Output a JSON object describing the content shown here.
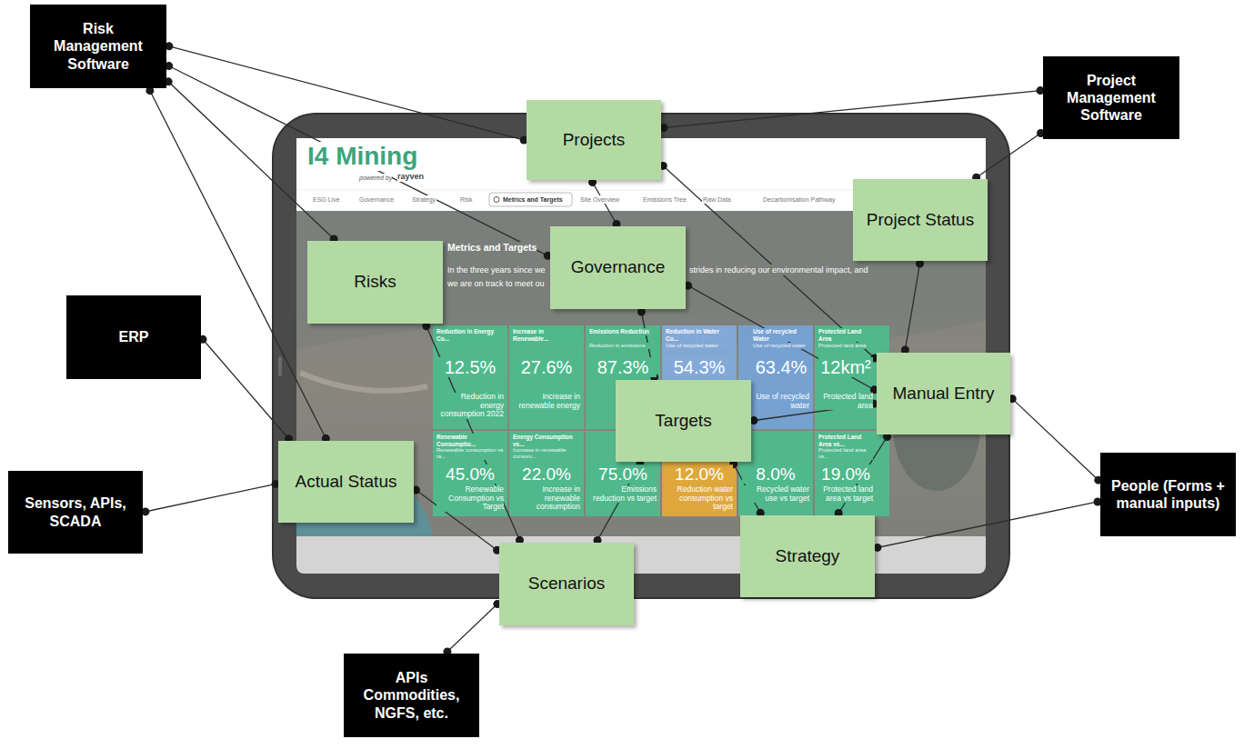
{
  "diagram": {
    "nodes": [
      {
        "text": [
          "Risk Management Software"
        ]
      },
      {
        "text": [
          "Project Management Software"
        ]
      },
      {
        "text": [
          "Projects"
        ]
      },
      {
        "text": [
          "Project Status"
        ]
      },
      {
        "text": [
          "Risks"
        ]
      },
      {
        "text": [
          "Governance"
        ]
      },
      {
        "text": [
          "ERP"
        ]
      },
      {
        "text": [
          "Manual Entry"
        ]
      },
      {
        "text": [
          "Targets"
        ]
      },
      {
        "text": [
          "Actual Status"
        ]
      },
      {
        "text": [
          "People (Forms + manual inputs)"
        ]
      },
      {
        "text": [
          "Sensors, APIs, SCADA"
        ]
      },
      {
        "text": [
          "Strategy"
        ]
      },
      {
        "text": [
          "Scenarios"
        ]
      },
      {
        "text": [
          "APIs Commodities, NGFS, etc."
        ]
      }
    ],
    "edges": [
      {
        "from": 0,
        "to": 2,
        "arrow": "none"
      },
      {
        "from": 0,
        "to": 5,
        "arrow": "none"
      },
      {
        "from": 0,
        "to": 4,
        "arrow": "none"
      },
      {
        "from": 0,
        "to": 9,
        "arrow": "none"
      },
      {
        "from": 1,
        "to": 2,
        "arrow": "none"
      },
      {
        "from": 1,
        "to": 3,
        "arrow": "none"
      },
      {
        "from": 2,
        "to": 5,
        "arrow": "none"
      },
      {
        "from": 2,
        "to": 7,
        "arrow": "none"
      },
      {
        "from": 3,
        "to": 7,
        "arrow": "none"
      },
      {
        "from": 5,
        "to": 8,
        "arrow": "none"
      },
      {
        "from": 5,
        "to": 7,
        "arrow": "none"
      },
      {
        "from": 7,
        "to": 8,
        "arrow": "none"
      },
      {
        "from": 7,
        "to": 12,
        "arrow": "none"
      },
      {
        "from": 4,
        "to": 13,
        "arrow": "none"
      },
      {
        "from": 9,
        "to": 13,
        "arrow": "none"
      },
      {
        "from": 8,
        "to": 13,
        "arrow": "none"
      },
      {
        "from": 8,
        "to": 12,
        "arrow": "none"
      },
      {
        "from": 6,
        "to": 9,
        "arrow": "none"
      },
      {
        "from": 11,
        "to": 9,
        "arrow": "none"
      },
      {
        "from": 10,
        "to": 7,
        "arrow": "none"
      },
      {
        "from": 10,
        "to": 12,
        "arrow": "none"
      },
      {
        "from": 14,
        "to": 13,
        "arrow": "none"
      }
    ],
    "labels": [
      "I4 Mining",
      "powered by",
      "rayven",
      "ESG Live",
      "Governance",
      "Strategy",
      "Risk",
      "Metrics and Targets",
      "Site Overview",
      "Emissions Tree",
      "Raw Data",
      "Decarbonisation Pathway",
      "Metrics and Targets",
      "In the three years since we",
      "strides in reducing our environmental impact, and",
      "we are on track to meet ou",
      "Reduction in Energy Co...",
      "12.5%",
      "Reduction in energy consumption 2022",
      "Increase in Renewable...",
      "27.6%",
      "Increase in renewable energy",
      "Emissions Reduction",
      "Reduction in emissions",
      "87.3%",
      "Reduction in Water Co...",
      "Use of recycled water",
      "54.3%",
      "Use of recycled Water",
      "Use of recycled water",
      "63.4%",
      "Use of recycled water",
      "Protected Land Area",
      "Protected land area",
      "12km²",
      "Protected land area",
      "Renewable Consumptio...",
      "Renewable consumption vs ta...",
      "45.0%",
      "Renewable Consumption vs Target",
      "Energy Consumption vs...",
      "Increase in renewable consum...",
      "22.0%",
      "Increase in renewable consumption",
      "75.0%",
      "Emissions reduction vs target",
      "12.0%",
      "Reduction water consumption vs target",
      "8.0%",
      "Recycled water use vs target",
      "Protected Land Area vs...",
      "Protected land area vs...",
      "19.0%",
      "Protected land area vs target"
    ]
  }
}
